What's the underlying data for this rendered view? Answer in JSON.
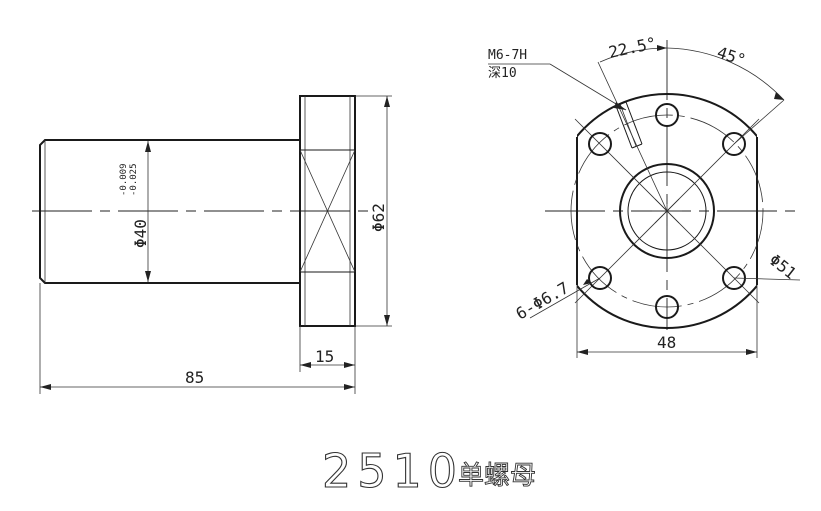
{
  "title": {
    "model": "2510",
    "name": "单螺母"
  },
  "side_view": {
    "body_diameter": "Φ40",
    "tolerance_upper": "-0.009",
    "tolerance_lower": "-0.025",
    "flange_diameter": "Φ62",
    "flange_width": "15",
    "overall_length": "85"
  },
  "front_view": {
    "thread_note": "M6-7H",
    "depth_note": "深10",
    "angle_small": "22.5°",
    "angle_large": "45°",
    "bolt_circle": "Φ51",
    "holes_note": "6-Φ6.7",
    "flat_width": "48"
  },
  "colors": {
    "line": "#1a1a1a",
    "background": "#ffffff"
  }
}
